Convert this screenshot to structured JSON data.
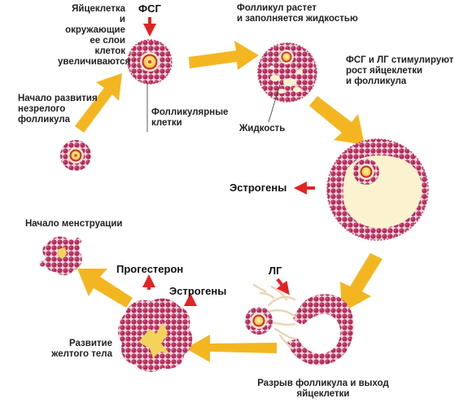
{
  "labels": {
    "egg_cells_enlarge": [
      "Яйцеклетка",
      "и окружающие",
      "ее слои клеток",
      "увеличиваются"
    ],
    "fsh_top": "ФСГ",
    "follicle_grows": [
      "Фолликул растет",
      "и заполняется жидкостью"
    ],
    "immature_start": [
      "Начало развития",
      "незрелого",
      "фолликула"
    ],
    "follicular_cells": [
      "Фолликулярные",
      "клетки"
    ],
    "fluid": "Жидкость",
    "fsh_lh_stimulate": [
      "ФСГ и ЛГ стимулируют",
      "рост яйцеклетки",
      "и фолликула"
    ],
    "estrogens_right": "Эстрогены",
    "menstruation_start": "Начало менструации",
    "progesterone": "Прогестерон",
    "estrogens_bottom": "Эстрогены",
    "lh": "ЛГ",
    "corpus_luteum": [
      "Развитие",
      "желтого тела"
    ],
    "rupture": [
      "Разрыв фолликула и выход",
      "яйцеклетки"
    ]
  },
  "colors": {
    "cell_fill": "#b22c5c",
    "cell_stroke": "#f3d5dc",
    "yolk": "#f3d35a",
    "egg_ring": "#c9302c",
    "fluid": "#fbf3cf",
    "arrow": "#f4b620",
    "red_arrow": "#e02424"
  }
}
